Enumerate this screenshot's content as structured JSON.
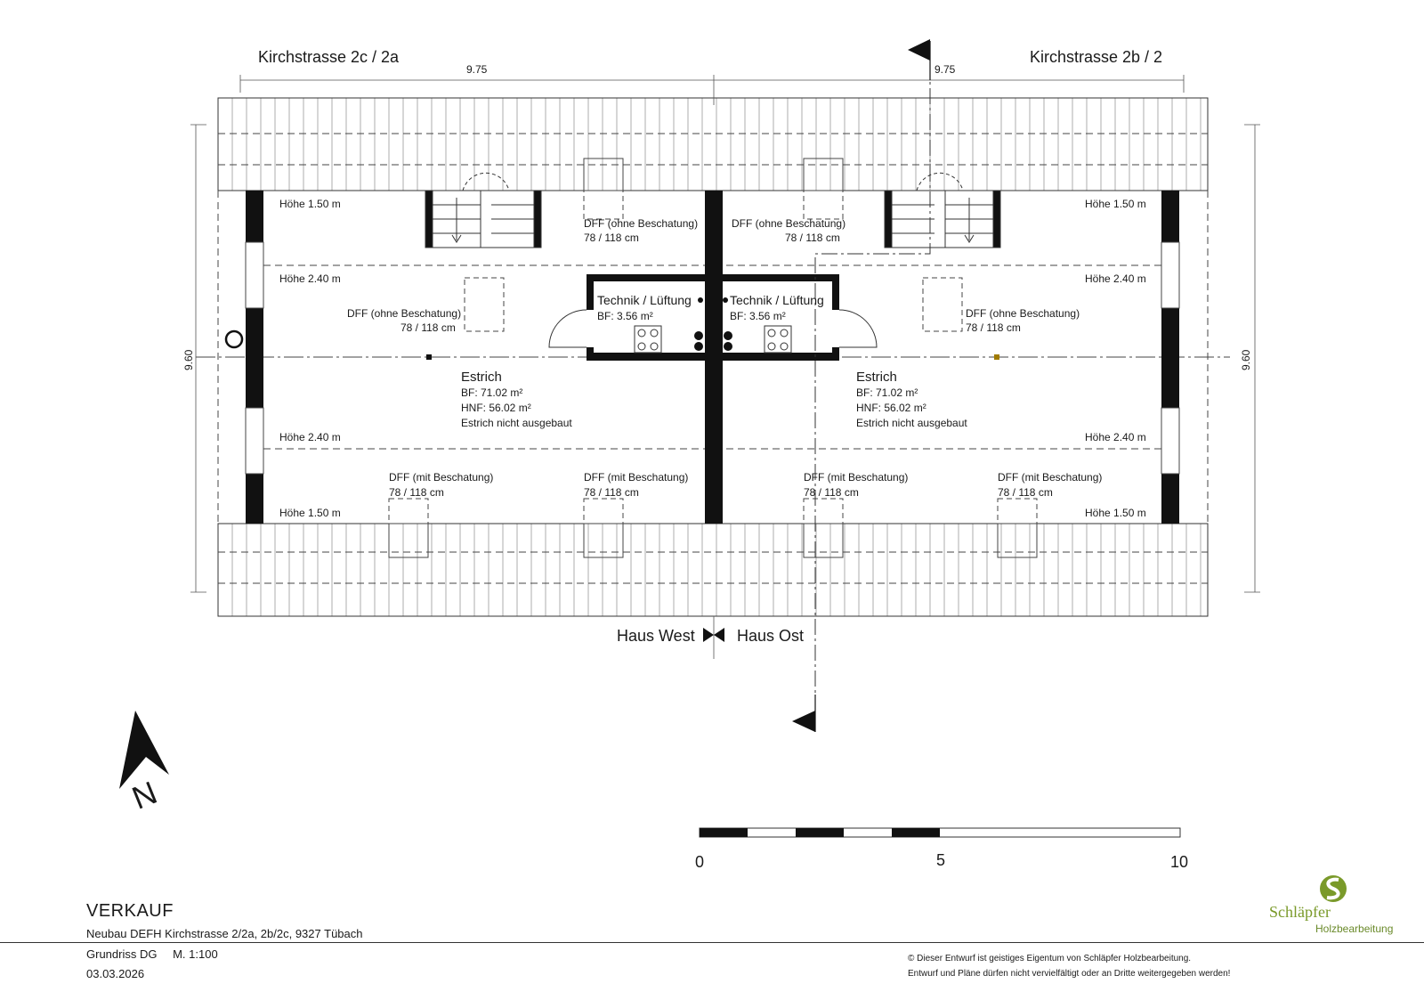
{
  "streets": {
    "west": "Kirchstrasse 2c / 2a",
    "east": "Kirchstrasse 2b / 2"
  },
  "dimensions": {
    "width_west": "9.75",
    "width_east": "9.75",
    "depth_left": "9.60",
    "depth_right": "9.60"
  },
  "heights": {
    "h150": "Höhe 1.50 m",
    "h240": "Höhe 2.40 m"
  },
  "windows": {
    "dff_ohne": "DFF (ohne Beschatung)",
    "dff_mit": "DFF (mit Beschatung)",
    "size": "78 / 118 cm"
  },
  "rooms": {
    "technik": {
      "name": "Technik / Lüftung",
      "area": "BF: 3.56 m²"
    },
    "estrich": {
      "name": "Estrich",
      "bf": "BF: 71.02 m²",
      "hnf": "HNF: 56.02 m²",
      "note": "Estrich nicht ausgebaut"
    }
  },
  "houses": {
    "west": "Haus West",
    "east": "Haus Ost"
  },
  "north_label": "N",
  "scale_bar": {
    "labels": [
      "0",
      "5",
      "10"
    ]
  },
  "footer": {
    "title": "VERKAUF",
    "project": "Neubau DEFH Kirchstrasse 2/2a, 2b/2c, 9327 Tübach",
    "plan": "Grundriss DG",
    "scale": "M. 1:100",
    "date": "03.03.2026"
  },
  "copyright": {
    "line1": "© Dieser Entwurf ist geistiges Eigentum von Schläpfer Holzbearbeitung.",
    "line2": "Entwurf und Pläne dürfen nicht vervielfältigt oder an Dritte weitergegeben werden!"
  },
  "logo": {
    "name": "Schläpfer",
    "sub": "Holzbearbeitung",
    "color": "#7a9a2a"
  }
}
